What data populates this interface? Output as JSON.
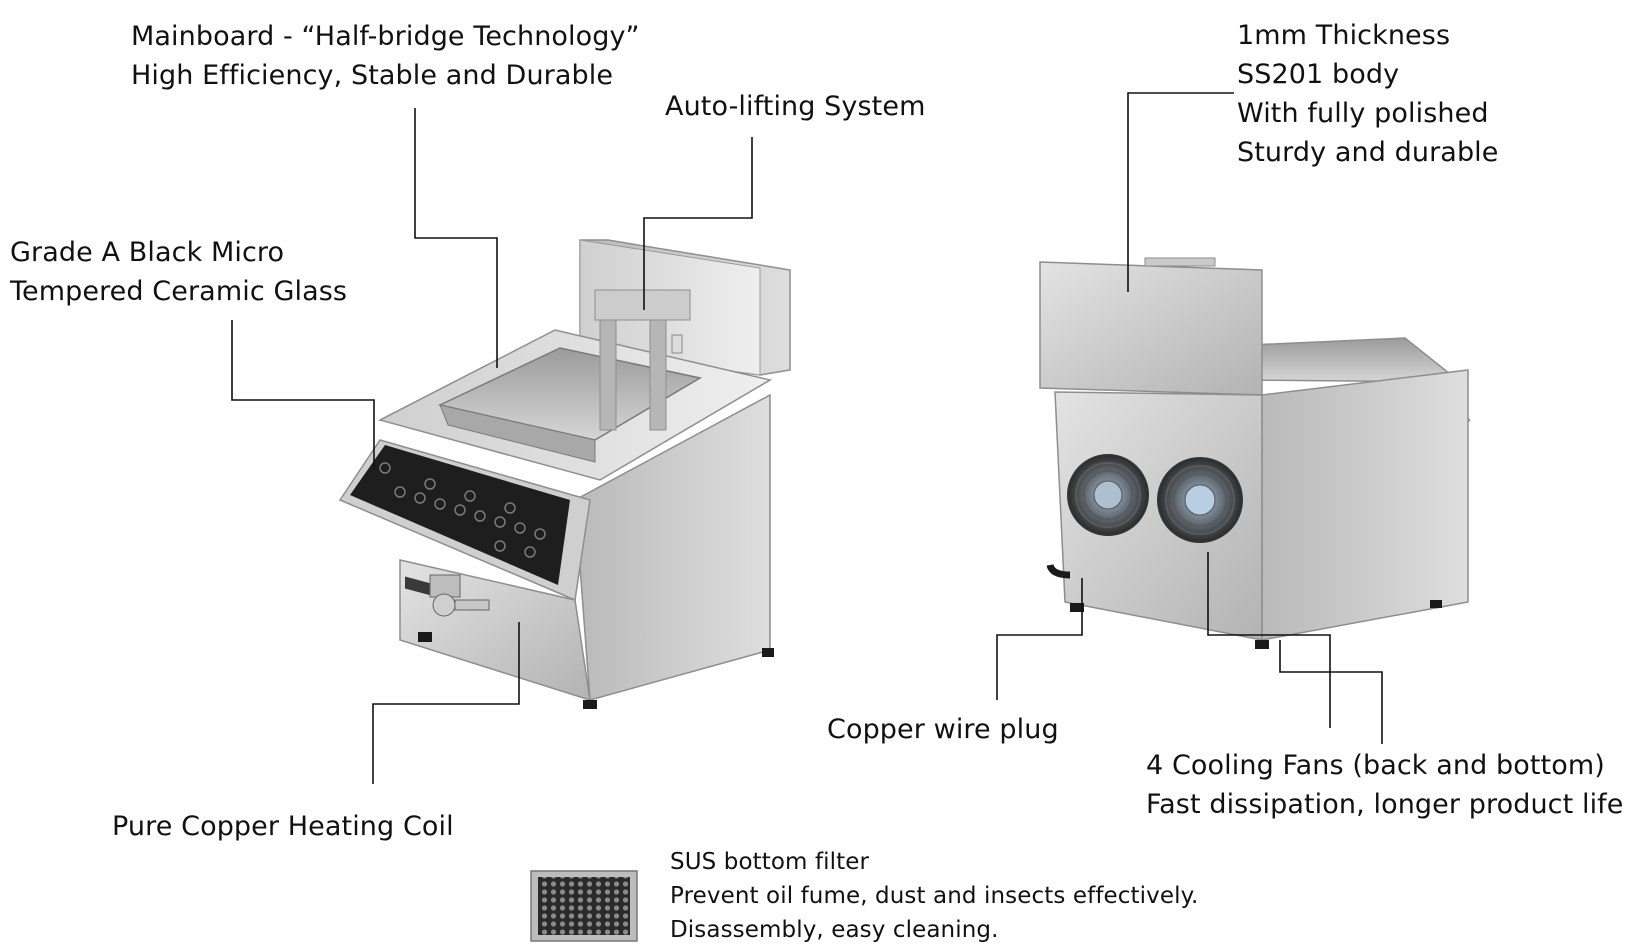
{
  "labels": {
    "mainboard": [
      "Mainboard - “Half-bridge Technology”",
      "High Efficiency, Stable and Durable"
    ],
    "autolift": [
      "Auto-lifting System"
    ],
    "glass": [
      "Grade A Black Micro",
      "Tempered Ceramic Glass"
    ],
    "coil": [
      "Pure Copper Heating Coil"
    ],
    "body": [
      "1mm Thickness",
      "SS201 body",
      "With fully polished",
      "Sturdy and durable"
    ],
    "plug": [
      "Copper wire plug"
    ],
    "fans": [
      "4 Cooling Fans (back and bottom)",
      "Fast dissipation, longer product life"
    ],
    "filter": [
      "SUS bottom filter",
      "Prevent oil fume, dust and insects effectively.",
      "Disassembly, easy cleaning."
    ]
  },
  "colors": {
    "steel_light": "#d9d9d9",
    "steel_mid": "#bdbdbd",
    "steel_dark": "#8e8e8e",
    "panel_black": "#1e1e1e",
    "callout_line": "#111111"
  }
}
